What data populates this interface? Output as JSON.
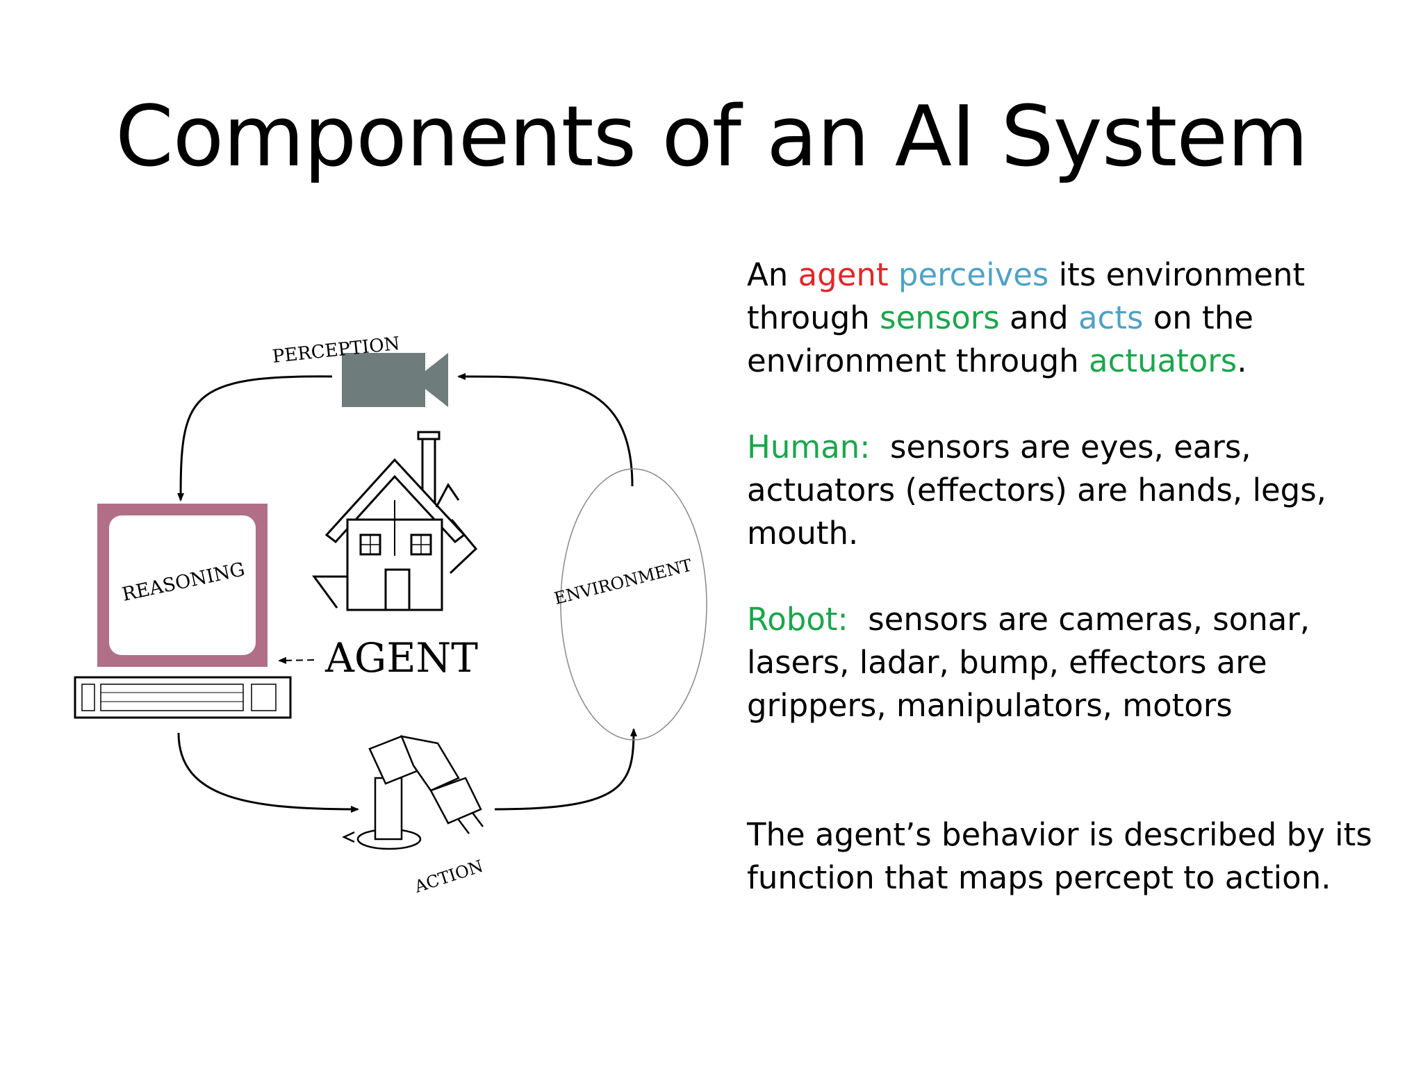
{
  "title": "Components of an AI System",
  "colors": {
    "red": "#e2262a",
    "blue": "#4fa2c4",
    "green": "#1aa64c",
    "monitor_frame": "#b06f87",
    "camera": "#6f7c7c"
  },
  "diagram": {
    "labels": {
      "perception": "PERCEPTION",
      "reasoning": "REASONING",
      "agent": "AGENT",
      "environment": "ENVIRONMENT",
      "action": "ACTION"
    },
    "icons": [
      "camera-icon",
      "monitor-icon",
      "keyboard-icon",
      "house-icon",
      "robot-arm-icon",
      "environment-ellipse"
    ]
  },
  "text": {
    "p1": {
      "w1": "An ",
      "agent": "agent",
      "w2": " ",
      "perceives": "perceives",
      "w3": " its environment through ",
      "sensors": "sensors",
      "w4": " and ",
      "acts": "acts",
      "w5": " on the environment through ",
      "actuators": "actuators",
      "w6": "."
    },
    "p2": {
      "label": "Human:",
      "body": "  sensors are eyes, ears, actuators (effectors) are hands, legs, mouth."
    },
    "p3": {
      "label": "Robot:",
      "body": "  sensors are cameras, sonar, lasers, ladar, bump, effectors are grippers, manipulators, motors"
    },
    "p4": "The agent’s behavior is described by its function that maps percept to action."
  }
}
